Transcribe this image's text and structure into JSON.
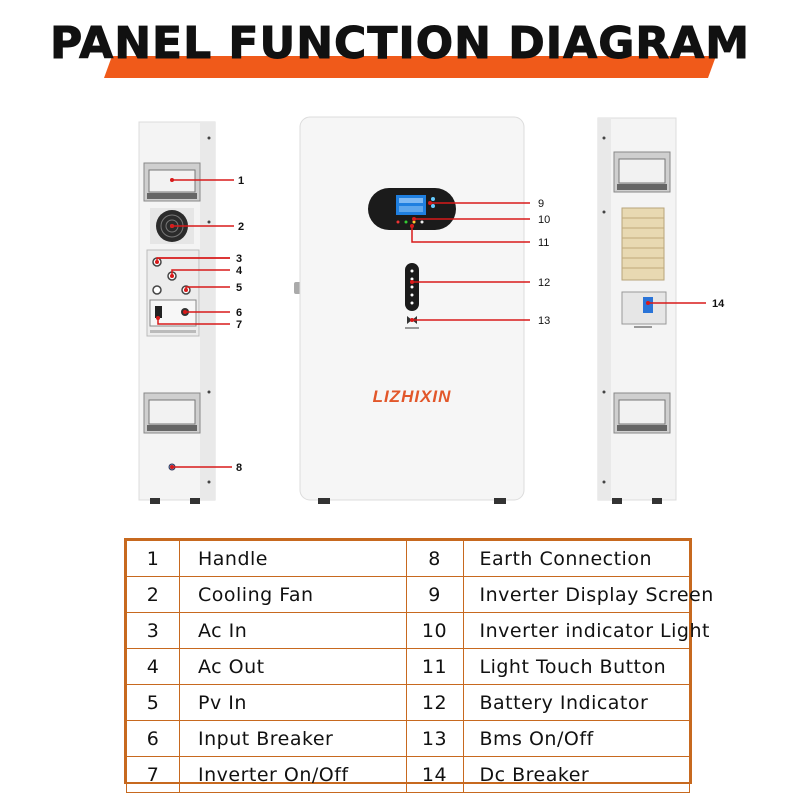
{
  "title": "PANEL FUNCTION DIAGRAM",
  "brand": "LIZHIXIN",
  "colors": {
    "accent": "#f05a1a",
    "table_border": "#c7691f",
    "leader_line": "#d81a1a",
    "display": "#1f7fe0"
  },
  "callouts": {
    "c1": "1",
    "c2": "2",
    "c3": "3",
    "c4": "4",
    "c5": "5",
    "c6": "6",
    "c7": "7",
    "c8": "8",
    "c9": "9",
    "c10": "10",
    "c11": "11",
    "c12": "12",
    "c13": "13",
    "c14": "14"
  },
  "legend": [
    {
      "left_num": "1",
      "left_label": "Handle",
      "right_num": "8",
      "right_label": "Earth Connection"
    },
    {
      "left_num": "2",
      "left_label": "Cooling Fan",
      "right_num": "9",
      "right_label": "Inverter Display Screen"
    },
    {
      "left_num": "3",
      "left_label": "Ac In",
      "right_num": "10",
      "right_label": "Inverter indicator Light"
    },
    {
      "left_num": "4",
      "left_label": "Ac Out",
      "right_num": "11",
      "right_label": "Light Touch Button"
    },
    {
      "left_num": "5",
      "left_label": "Pv In",
      "right_num": "12",
      "right_label": "Battery Indicator"
    },
    {
      "left_num": "6",
      "left_label": "Input Breaker",
      "right_num": "13",
      "right_label": "Bms On/Off"
    },
    {
      "left_num": "7",
      "left_label": "Inverter On/Off",
      "right_num": "14",
      "right_label": "Dc Breaker"
    }
  ]
}
